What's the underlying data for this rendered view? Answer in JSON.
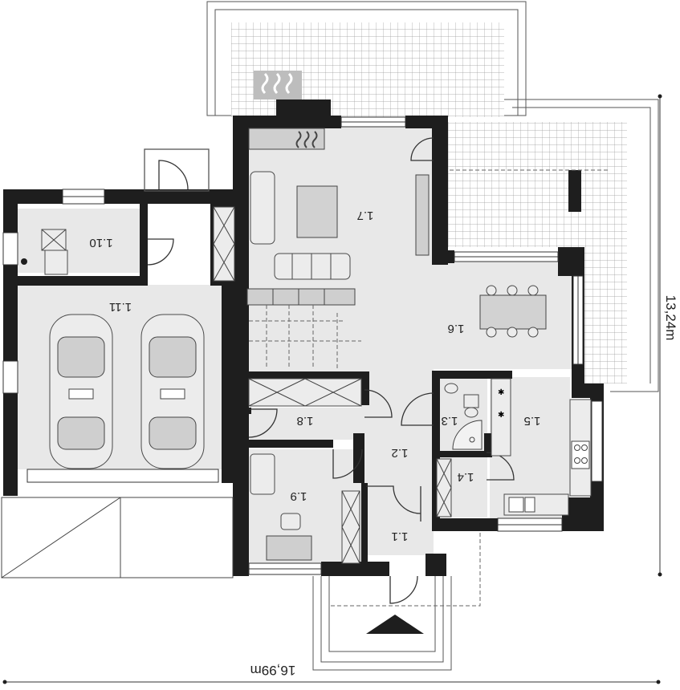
{
  "rooms": [
    {
      "id": "r1_1",
      "label": "1.1"
    },
    {
      "id": "r1_2",
      "label": "1.2"
    },
    {
      "id": "r1_3",
      "label": "1.3"
    },
    {
      "id": "r1_4",
      "label": "1.4"
    },
    {
      "id": "r1_5",
      "label": "1.5"
    },
    {
      "id": "r1_6",
      "label": "1.6"
    },
    {
      "id": "r1_7",
      "label": "1.7"
    },
    {
      "id": "r1_8",
      "label": "1.8"
    },
    {
      "id": "r1_9",
      "label": "1.9"
    },
    {
      "id": "r1_10",
      "label": "1.10"
    },
    {
      "id": "r1_11",
      "label": "1.11"
    }
  ],
  "dimensions": {
    "width": "16,99m",
    "depth": "13,24m"
  },
  "icons": [
    "car-icon",
    "stove-icon",
    "sink-icon",
    "fireplace-icon",
    "toilet-icon",
    "shower-icon",
    "entrance-arrow-icon"
  ]
}
